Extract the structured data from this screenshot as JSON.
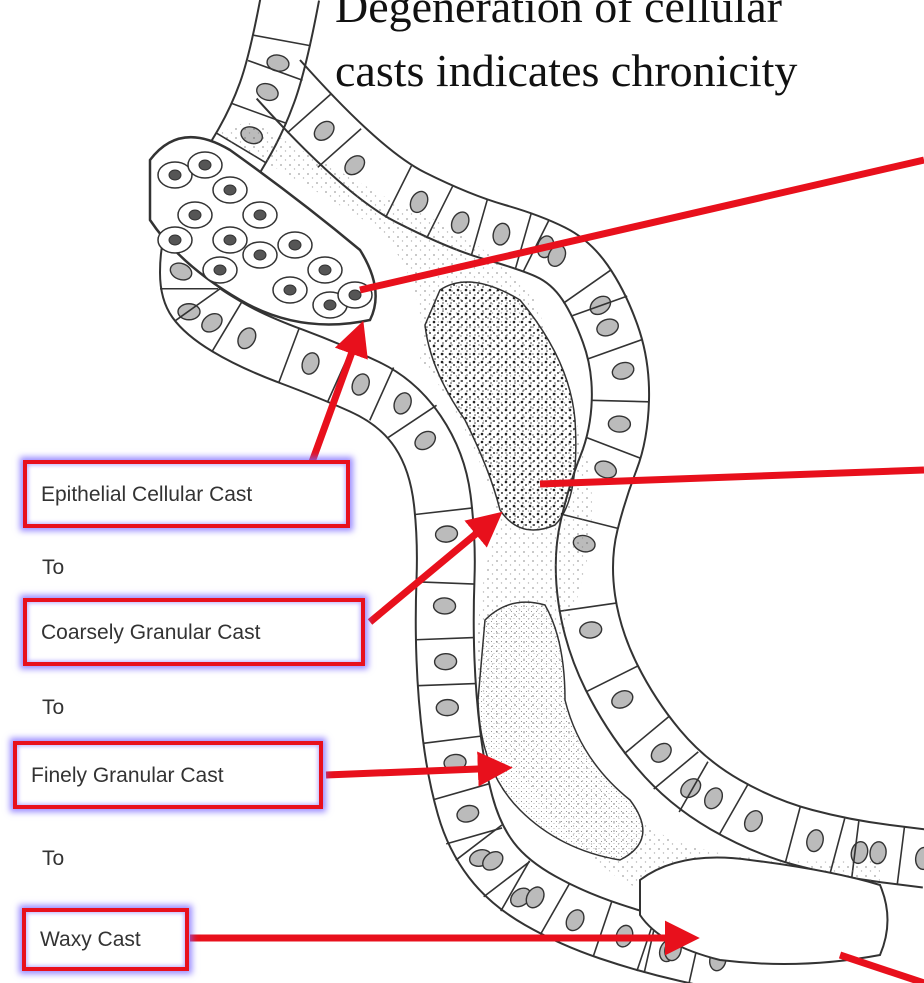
{
  "title": {
    "line1": "Degeneration of cellular",
    "line2": "casts indicates chronicity"
  },
  "stages": [
    {
      "label": "Epithelial Cellular Cast"
    },
    {
      "label": "Coarsely Granular Cast"
    },
    {
      "label": "Finely Granular Cast"
    },
    {
      "label": "Waxy Cast"
    }
  ],
  "connectors": [
    "To",
    "To",
    "To"
  ],
  "colors": {
    "arrow": "#e8101c",
    "box_border": "#e8101c",
    "box_glow": "#7864ff",
    "line_art": "#333333"
  }
}
